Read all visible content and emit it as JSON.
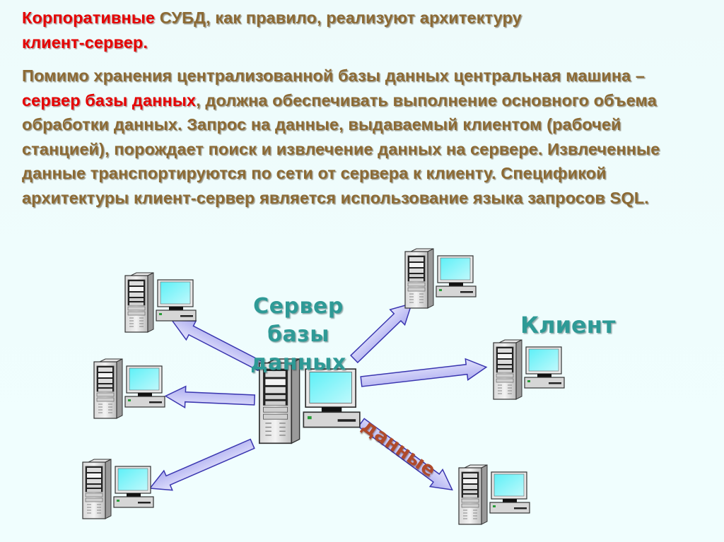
{
  "intro": {
    "part1_red": "Корпоративные",
    "part2": " СУБД, как правило, реализуют архитектуру",
    "part3_red": "клиент-сервер."
  },
  "body": {
    "text_before": "Помимо хранения централизованной базы данных центральная машина – ",
    "highlight": "сервер базы данных",
    "text_after": ", должна обеспечивать выполнение основного объема обработки данных. Запрос на данные, выдаваемый клиентом (рабочей станцией), порождает поиск и извлечение данных на сервере. Извлеченные данные транспортируются по сети от сервера к клиенту. Спецификой архитектуры клиент-сервер является использование языка запросов SQL."
  },
  "diagram": {
    "server_label_line1": "Сервер базы",
    "server_label_line2": "данных",
    "client_label": "Клиент",
    "data_label": "данные",
    "colors": {
      "arrow_fill": "#c4c4f6",
      "arrow_stroke": "#3a36b0",
      "screen": "#3fe6f0",
      "label_teal": "#2e9a96",
      "label_brown": "#b04a2a",
      "text_brown": "#8c6a34",
      "text_red": "#e60000"
    },
    "nodes": [
      {
        "role": "server",
        "icon": "server-workstation-icon"
      },
      {
        "role": "client",
        "icon": "workstation-icon"
      },
      {
        "role": "client",
        "icon": "workstation-icon"
      },
      {
        "role": "client",
        "icon": "workstation-icon"
      },
      {
        "role": "client",
        "icon": "workstation-icon"
      },
      {
        "role": "client",
        "icon": "workstation-icon"
      },
      {
        "role": "client",
        "icon": "workstation-icon"
      }
    ]
  }
}
